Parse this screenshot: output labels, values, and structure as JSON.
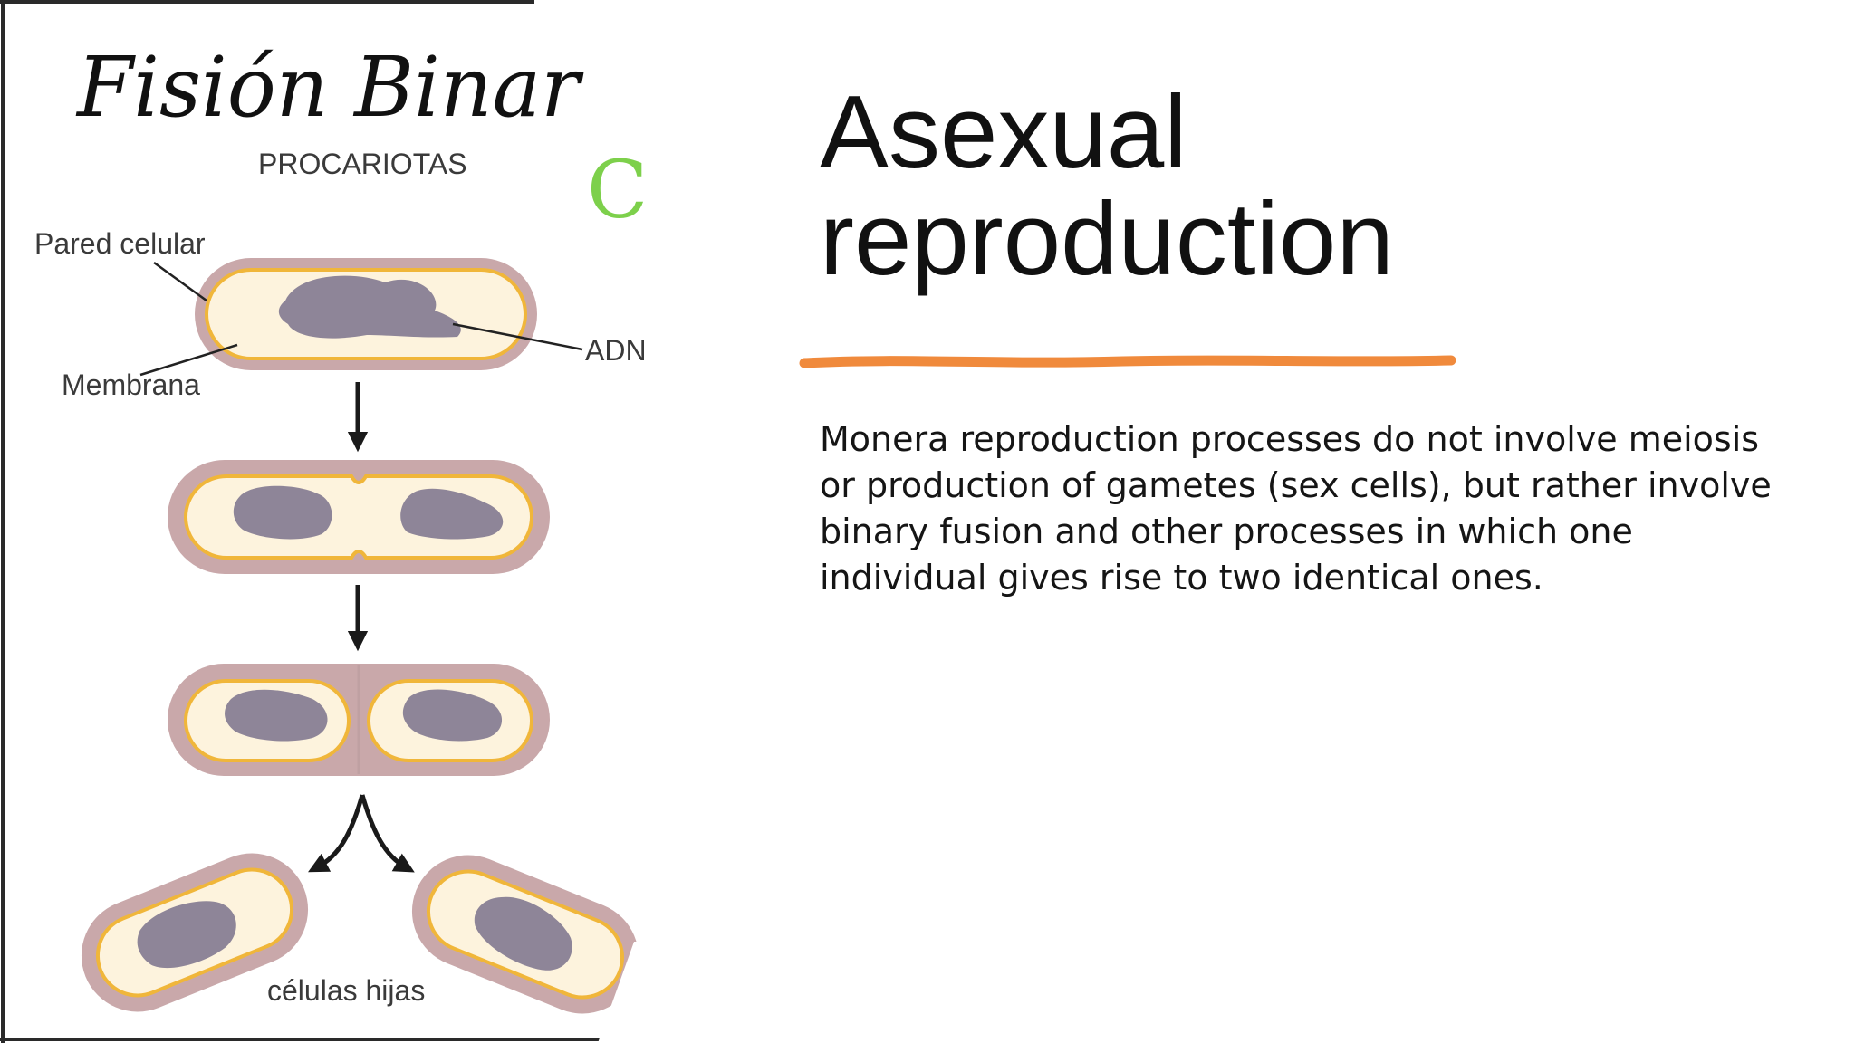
{
  "colors": {
    "cell_wall": "#c9a8aa",
    "membrane": "#f0b63a",
    "cytoplasm": "#fdf3dd",
    "dna": "#8e8598",
    "accent_underline": "#f08a3c",
    "handwriting_green": "#7dd04b",
    "handwriting": "#111111"
  },
  "diagram": {
    "handwritten_title": "Fisión Binar",
    "handwritten_fragment": "C",
    "subtitle": "PROCARIOTAS",
    "labels": {
      "cell_wall": "Pared celular",
      "membrane": "Membrana",
      "dna": "ADN",
      "daughter_cells": "células hijas"
    }
  },
  "slide": {
    "title_line1": "Asexual",
    "title_line2": "reproduction",
    "body": "Monera reproduction processes do not involve meiosis or production of gametes (sex cells), but rather involve binary fusion and other processes in which one individual gives rise to two identical ones."
  }
}
